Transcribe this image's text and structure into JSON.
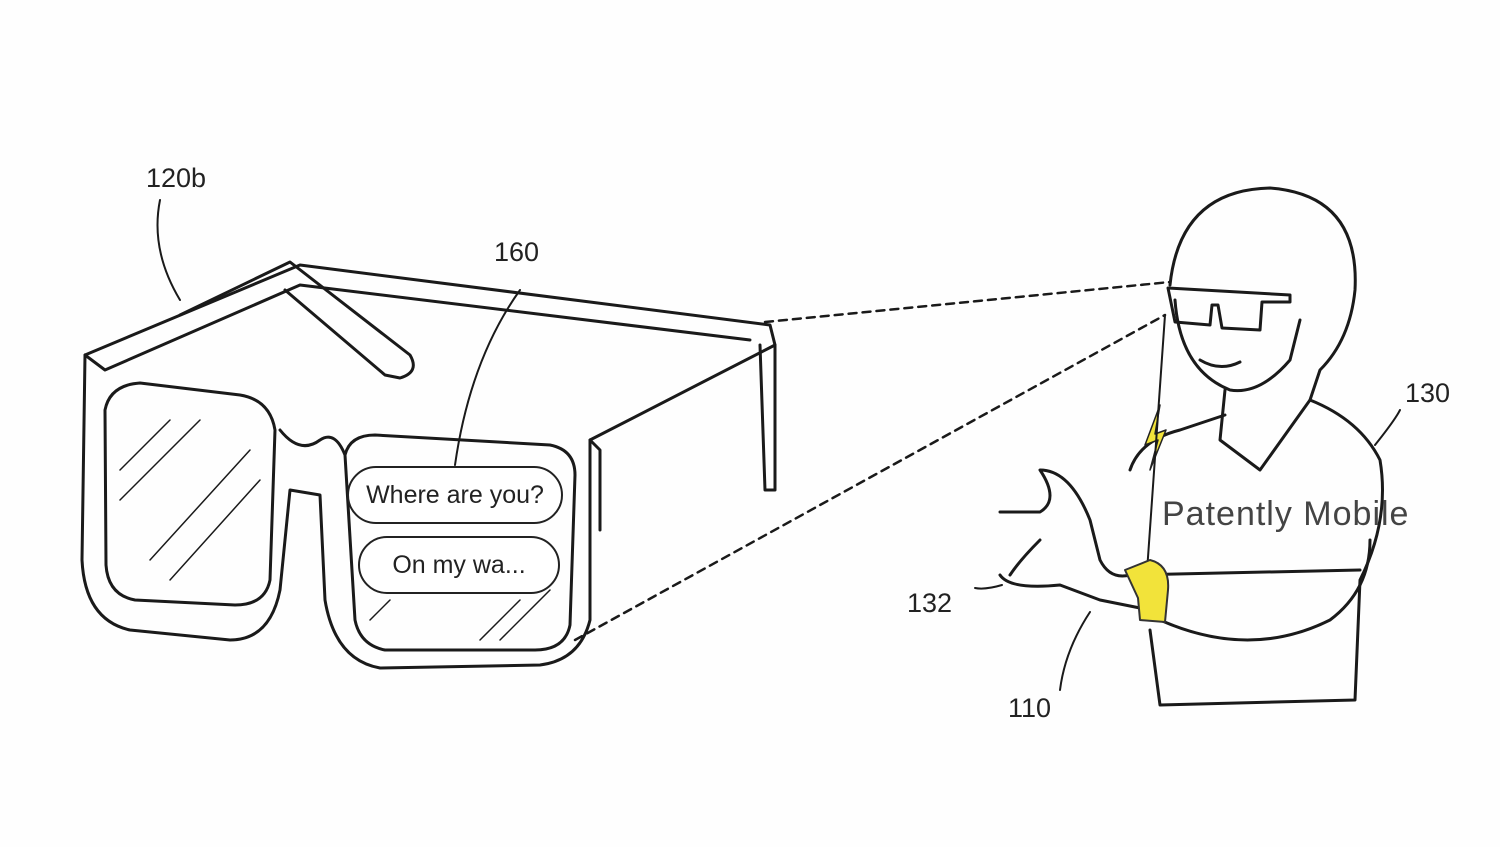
{
  "figure": {
    "reference_labels": {
      "glasses": "120b",
      "display": "160",
      "user": "130",
      "hand": "132",
      "wrist_device": "110"
    },
    "display_messages": [
      "Where are you?",
      "On my wa..."
    ],
    "watermark": "Patently Mobile",
    "colors": {
      "line": "#1a1a1a",
      "device_highlight": "#f2e33a",
      "background": "#fefefe"
    }
  }
}
